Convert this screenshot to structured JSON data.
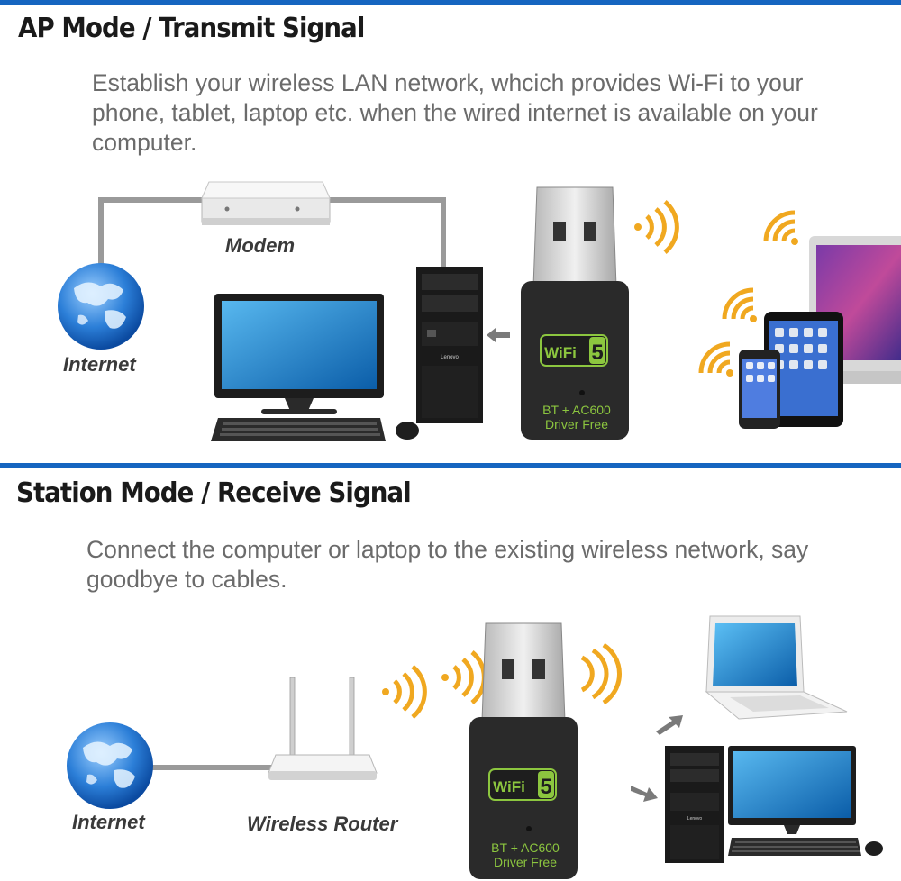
{
  "ap_section": {
    "title": "AP Mode  / Transmit  Signal",
    "description": "Establish your wireless LAN network, whcich provides Wi-Fi to your phone, tablet, laptop etc. when the wired internet is available on your computer.",
    "labels": {
      "internet": "Internet",
      "modem": "Modem"
    }
  },
  "station_section": {
    "title": "Station Mode  / Receive Signal",
    "description": "Connect the computer or laptop to the existing wireless network, say goodbye to cables.",
    "labels": {
      "internet": "Internet",
      "router": "Wireless Router"
    }
  },
  "dongle": {
    "logo_text": "WiFi",
    "logo_number": "5",
    "line1": "BT + AC600",
    "line2": "Driver Free"
  },
  "brand_text": "Lenovo",
  "colors": {
    "accent_bar": "#1565c0",
    "signal": "#f0a820",
    "logo_green": "#8cc63f",
    "cable": "#9a9a9a"
  }
}
